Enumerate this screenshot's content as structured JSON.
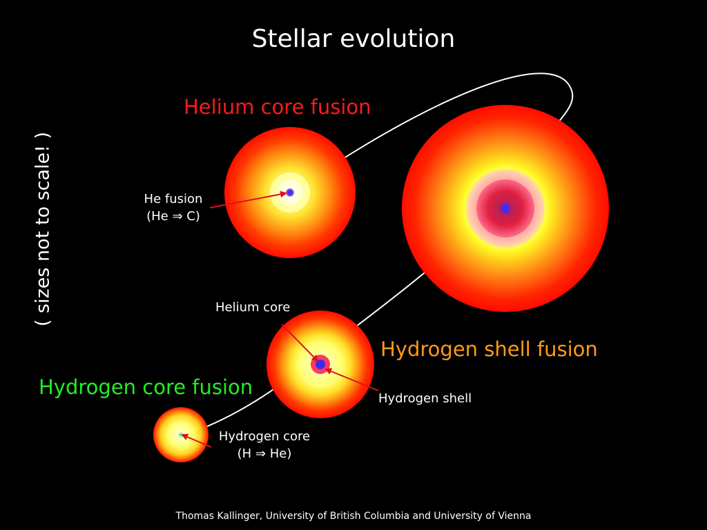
{
  "title": "Stellar evolution",
  "side_note": "( sizes not to scale! )",
  "stages": {
    "hydrogen_core_fusion": {
      "label": "Hydrogen core fusion",
      "annotation_line1": "Hydrogen core",
      "annotation_line2": "(H ⇒ He)"
    },
    "hydrogen_shell_fusion": {
      "label": "Hydrogen shell fusion",
      "annotation_core": "Helium core",
      "annotation_shell": "Hydrogen shell"
    },
    "helium_core_fusion": {
      "label": "Helium core fusion",
      "annotation_line1": "He fusion",
      "annotation_line2": "(He ⇒ C)"
    }
  },
  "credit": "Thomas Kallinger, University of British Columbia and University of Vienna",
  "colors": {
    "background": "#000000",
    "helium_label": "#ff1a1a",
    "hydrogen_shell_label": "#ff9a1a",
    "hydrogen_core_label": "#22ee22",
    "arrow": "#e0101a",
    "path": "#ffffff"
  }
}
